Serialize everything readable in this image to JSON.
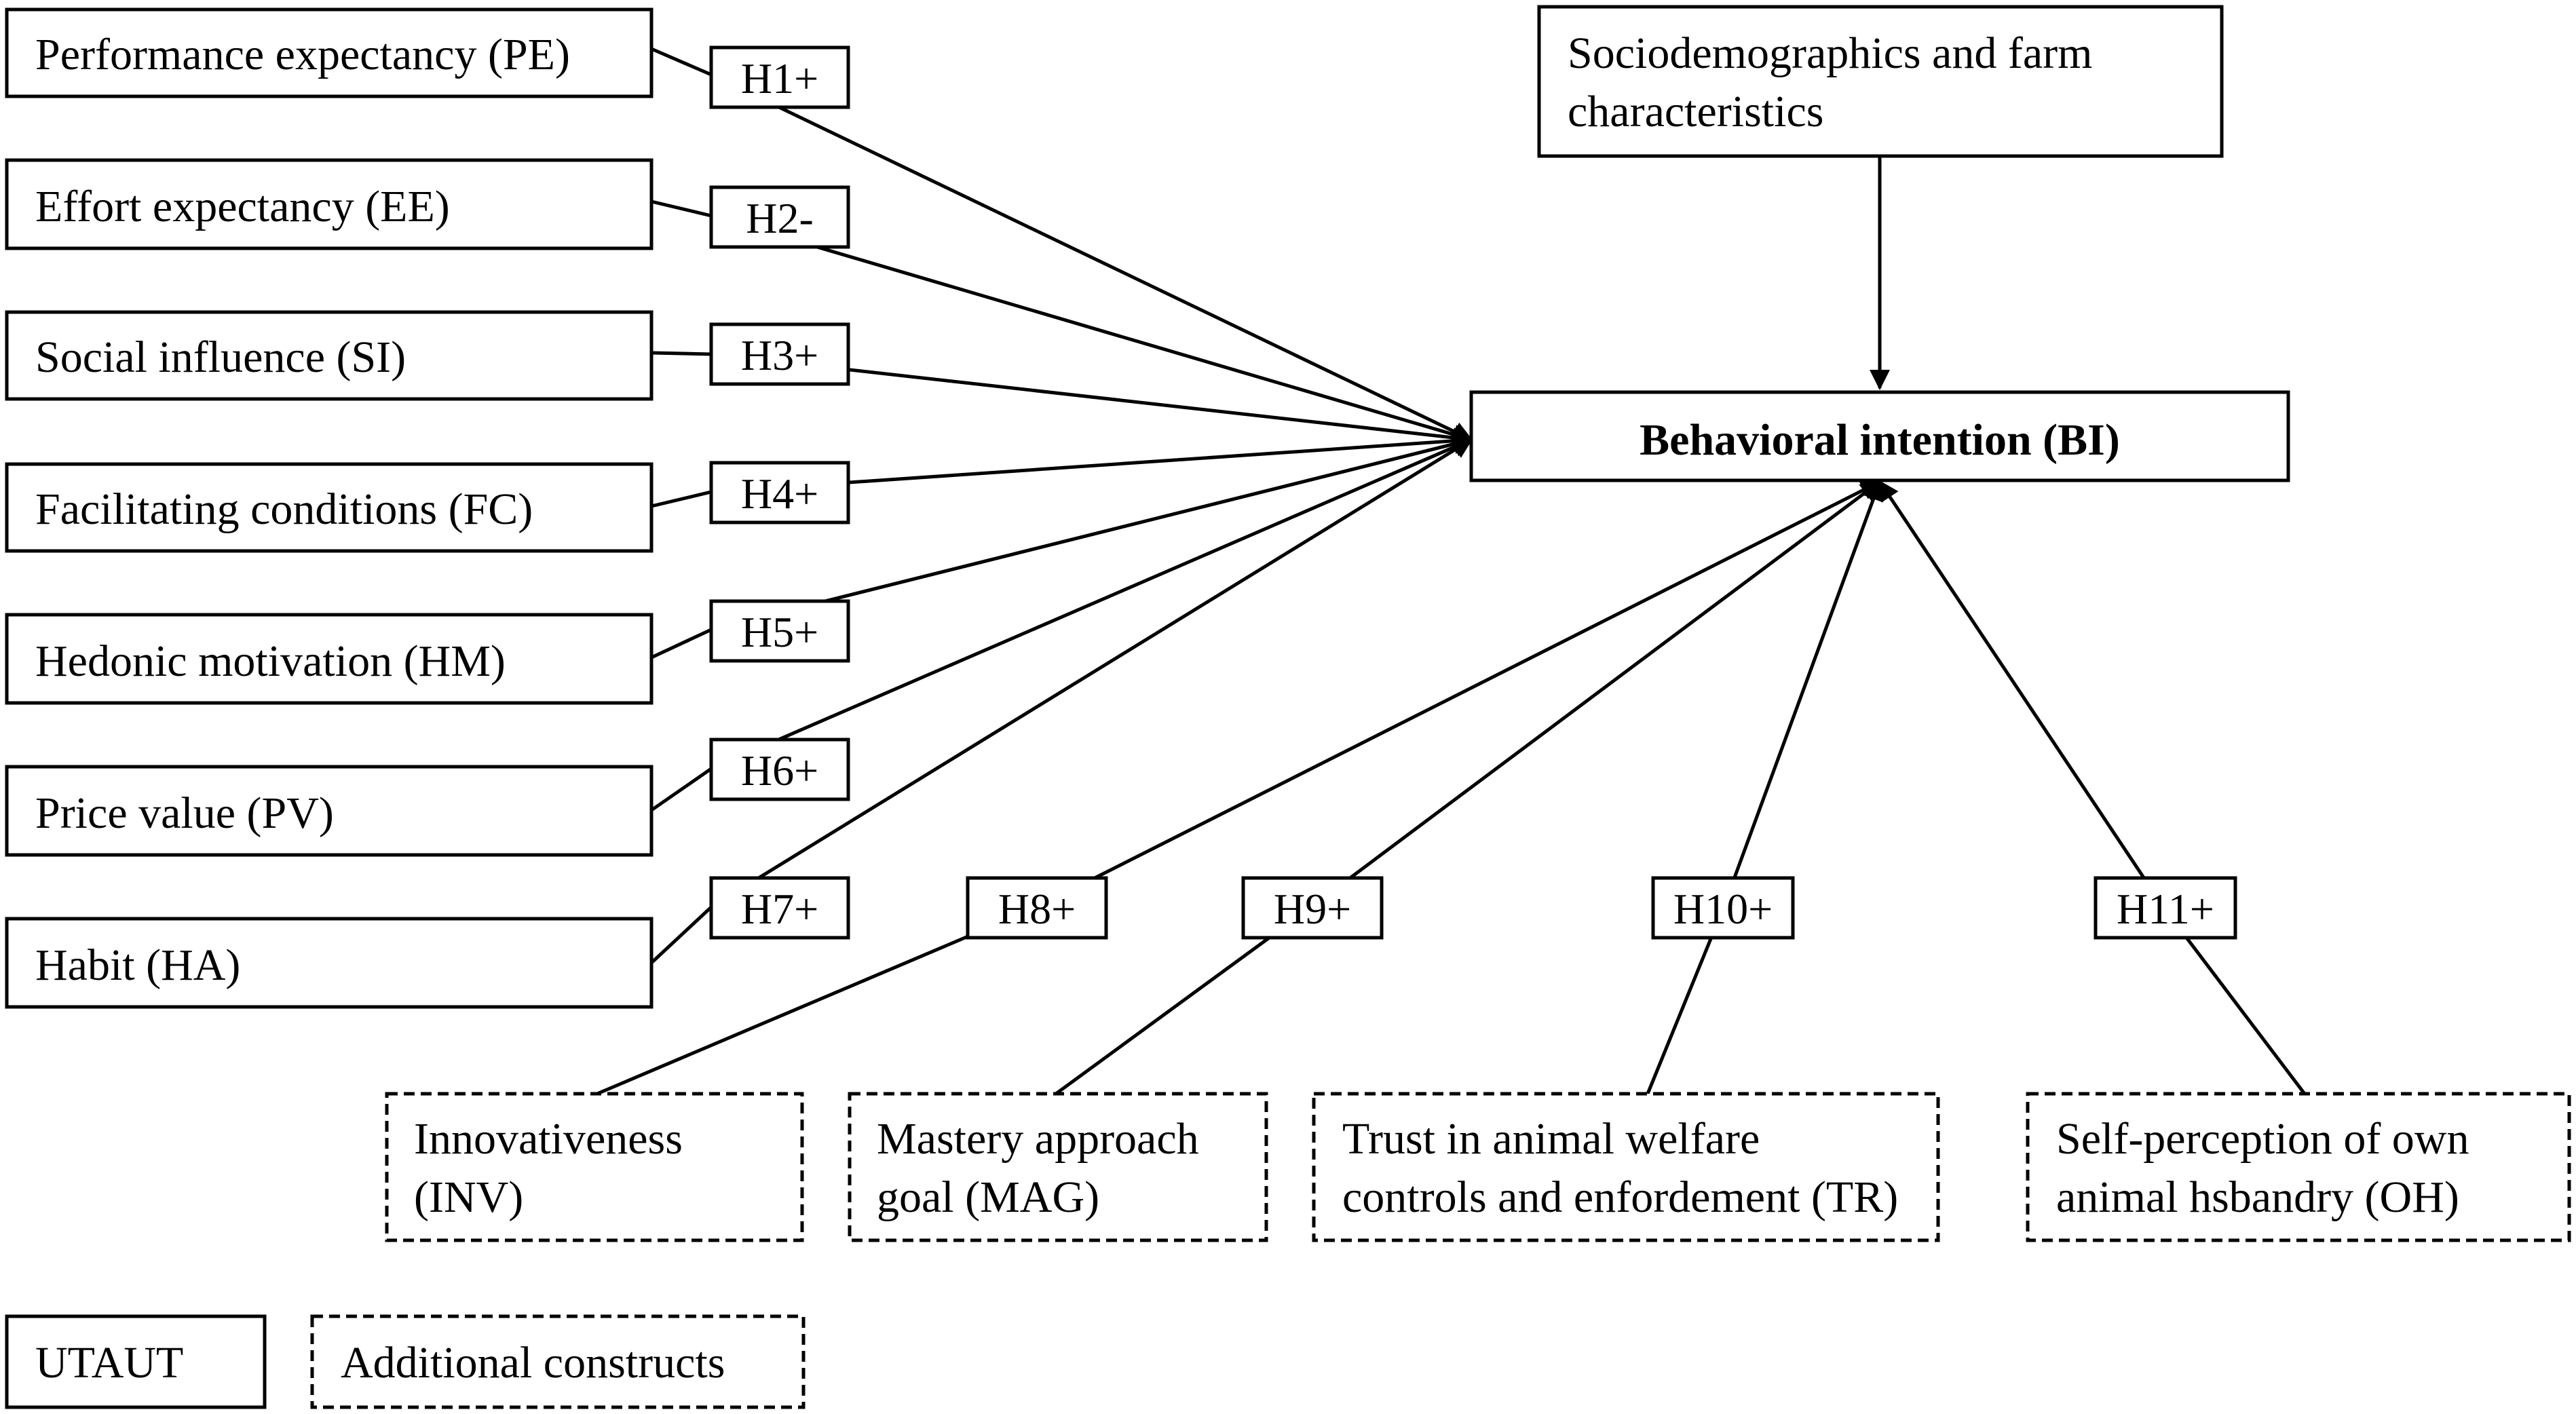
{
  "utaut_constructs": [
    {
      "id": "PE",
      "label": "Performance expectancy (PE)",
      "hypothesis": "H1+"
    },
    {
      "id": "EE",
      "label": "Effort expectancy (EE)",
      "hypothesis": "H2-"
    },
    {
      "id": "SI",
      "label": "Social influence (SI)",
      "hypothesis": "H3+"
    },
    {
      "id": "FC",
      "label": "Facilitating  conditions (FC)",
      "hypothesis": "H4+"
    },
    {
      "id": "HM",
      "label": "Hedonic motivation (HM)",
      "hypothesis": "H5+"
    },
    {
      "id": "PV",
      "label": "Price value (PV)",
      "hypothesis": "H6+"
    },
    {
      "id": "HA",
      "label": "Habit (HA)",
      "hypothesis": "H7+"
    }
  ],
  "additional_constructs": [
    {
      "id": "INV",
      "lines": [
        "Innovativeness",
        "(INV)"
      ],
      "hypothesis": "H8+"
    },
    {
      "id": "MAG",
      "lines": [
        "Mastery approach",
        "goal (MAG)"
      ],
      "hypothesis": "H9+"
    },
    {
      "id": "TR",
      "lines": [
        "Trust in animal welfare",
        "controls and enfordement (TR)"
      ],
      "hypothesis": "H10+"
    },
    {
      "id": "OH",
      "lines": [
        "Self-perception of own",
        "animal hsbandry (OH)"
      ],
      "hypothesis": "H11+"
    }
  ],
  "controls": {
    "lines": [
      "Sociodemographics and farm",
      "characteristics"
    ]
  },
  "outcome": {
    "label": "Behavioral intention (BI)"
  },
  "legend": {
    "utaut": "UTAUT",
    "additional": "Additional constructs"
  }
}
